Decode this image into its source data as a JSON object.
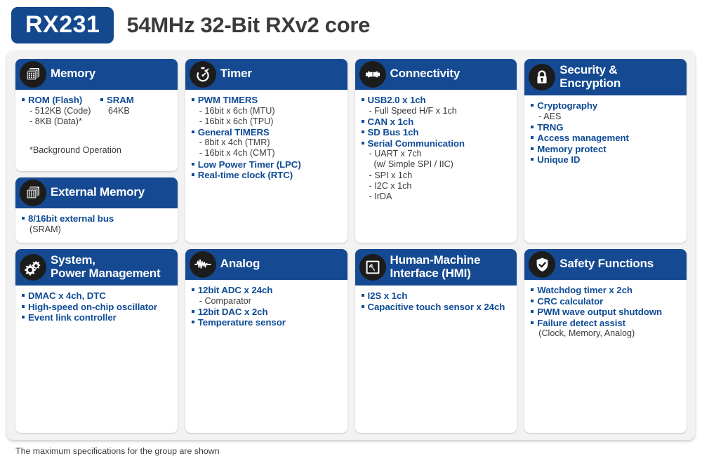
{
  "header": {
    "part_number": "RX231",
    "subtitle": "54MHz 32-Bit RXv2 core",
    "badge_color": "#14488f",
    "subtitle_color": "#3b3b3b"
  },
  "theme": {
    "card_header_blue": "#154a92",
    "spec_text_blue": "#0f4c96",
    "sub_text_gray": "#3b3b3b",
    "panel_bg": "#f2f2f2",
    "icon_circle": "#1c1c1c"
  },
  "cards": {
    "memory": {
      "title": "Memory",
      "icon": "memory-chip-icon",
      "col_a": [
        {
          "label": "ROM (Flash)",
          "subs": [
            "- 512KB (Code)",
            "- 8KB (Data)*"
          ]
        }
      ],
      "col_b": [
        {
          "label": "SRAM",
          "subs": [
            "64KB"
          ]
        }
      ],
      "note": "*Background Operation"
    },
    "external_memory": {
      "title": "External Memory",
      "icon": "memory-chip-icon",
      "items": [
        {
          "label": "8/16bit external bus",
          "subs": [
            "(SRAM)"
          ]
        }
      ]
    },
    "timer": {
      "title": "Timer",
      "icon": "stopwatch-icon",
      "items": [
        {
          "label": "PWM TIMERS",
          "subs": [
            "- 16bit x 6ch (MTU)",
            "- 16bit x 6ch (TPU)"
          ]
        },
        {
          "label": "General TIMERS",
          "subs": [
            "- 8bit x 4ch (TMR)",
            "- 16bit x 4ch (CMT)"
          ]
        },
        {
          "label": "Low Power Timer (LPC)",
          "subs": []
        },
        {
          "label": "Real-time clock (RTC)",
          "subs": []
        }
      ]
    },
    "connectivity": {
      "title": "Connectivity",
      "icon": "plug-connector-icon",
      "items": [
        {
          "label": "USB2.0 x 1ch",
          "subs": [
            "- Full Speed H/F x 1ch"
          ]
        },
        {
          "label": "CAN x 1ch",
          "subs": []
        },
        {
          "label": "SD Bus 1ch",
          "subs": []
        },
        {
          "label": "Serial Communication",
          "subs": [
            "- UART x 7ch",
            "  (w/ Simple SPI / IIC)",
            "- SPI x 1ch",
            "- I2C x 1ch",
            "- IrDA"
          ]
        }
      ]
    },
    "security": {
      "title_line1": "Security &",
      "title_line2": "Encryption",
      "icon": "padlock-icon",
      "items": [
        {
          "label": "Cryptography",
          "subs": [
            "- AES"
          ]
        },
        {
          "label": "TRNG",
          "subs": []
        },
        {
          "label": "Access management",
          "subs": []
        },
        {
          "label": "Memory protect",
          "subs": []
        },
        {
          "label": "Unique ID",
          "subs": []
        }
      ]
    },
    "system": {
      "title_line1": "System,",
      "title_line2": "Power Management",
      "icon": "gears-icon",
      "items": [
        {
          "label": "DMAC x 4ch, DTC",
          "subs": []
        },
        {
          "label": "High-speed on-chip oscillator",
          "subs": []
        },
        {
          "label": "Event link controller",
          "subs": []
        }
      ]
    },
    "analog": {
      "title": "Analog",
      "icon": "waveform-icon",
      "items": [
        {
          "label": "12bit  ADC x 24ch",
          "subs": [
            "- Comparator"
          ]
        },
        {
          "label": "12bit DAC x 2ch",
          "subs": []
        },
        {
          "label": "Temperature sensor",
          "subs": []
        }
      ]
    },
    "hmi": {
      "title_line1": "Human-Machine",
      "title_line2": "Interface (HMI)",
      "icon": "touchscreen-hand-icon",
      "items": [
        {
          "label": "I2S x 1ch",
          "subs": []
        },
        {
          "label": "Capacitive touch sensor x 24ch",
          "subs": []
        }
      ]
    },
    "safety": {
      "title": "Safety Functions",
      "icon": "shield-check-icon",
      "items": [
        {
          "label": "Watchdog timer x 2ch",
          "subs": []
        },
        {
          "label": "CRC calculator",
          "subs": []
        },
        {
          "label": "PWM wave output shutdown",
          "subs": []
        },
        {
          "label": "Failure detect assist",
          "subs": [
            "(Clock, Memory, Analog)"
          ]
        }
      ]
    }
  },
  "footer": {
    "note": "The maximum specifications for the group are shown"
  }
}
